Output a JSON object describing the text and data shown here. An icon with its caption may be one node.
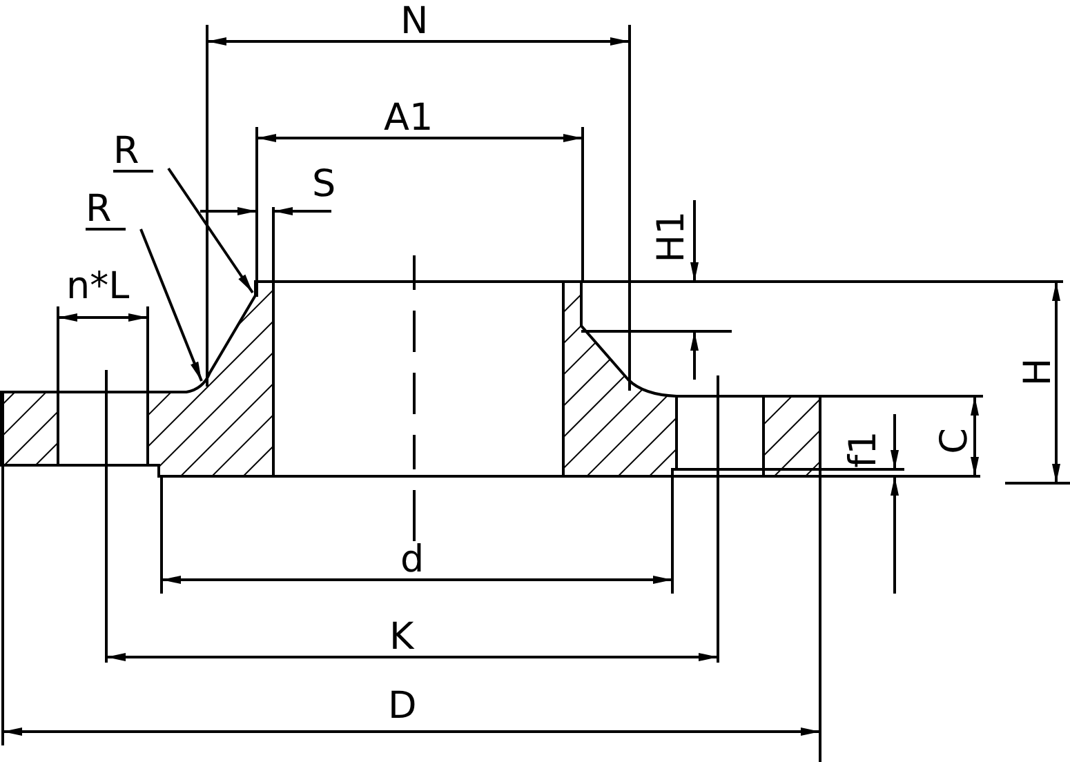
{
  "diagram": {
    "nodes": [
      {
        "text": [
          "R"
        ]
      },
      {
        "text": [
          "R"
        ]
      }
    ],
    "edges": [
      {
        "from": 0,
        "to": null,
        "arrow": "to"
      },
      {
        "from": 1,
        "to": null,
        "arrow": "to"
      }
    ],
    "labels": [
      "N",
      "A1",
      "S",
      "H1",
      "n*L",
      "H",
      "C",
      "f1",
      "d",
      "K",
      "D"
    ]
  }
}
